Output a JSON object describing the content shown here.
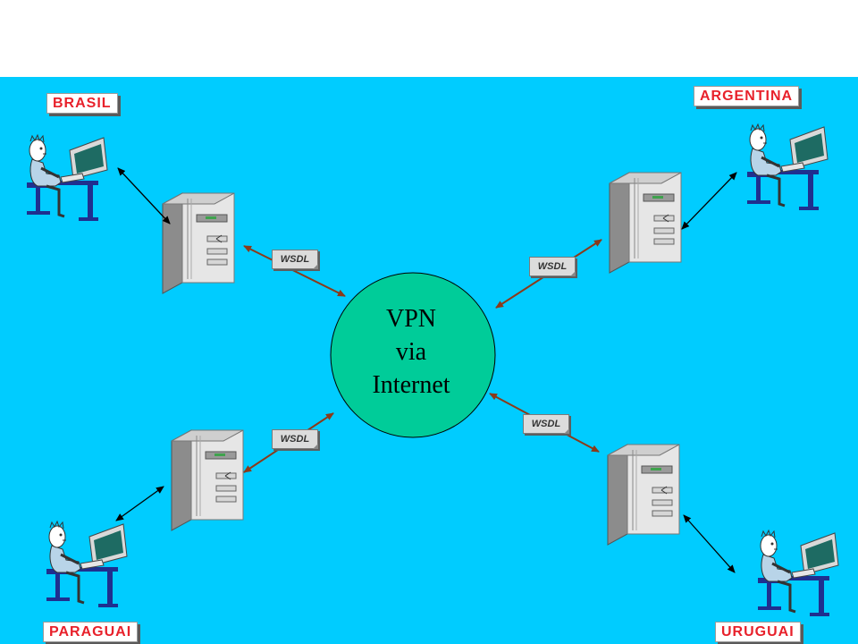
{
  "countries": {
    "brasil": "BRASIL",
    "argentina": "ARGENTINA",
    "paraguai": "PARAGUAI",
    "uruguai": "URUGUAI"
  },
  "hub": {
    "line1": "VPN",
    "line2": "via",
    "line3": "Internet"
  },
  "wsdl_label": "WSDL",
  "colors": {
    "background": "#00ccff",
    "hub_fill": "#00cc99",
    "country_text": "#e8212b",
    "link_arrow": "#8b3a1a",
    "user_arrow": "#000000"
  }
}
